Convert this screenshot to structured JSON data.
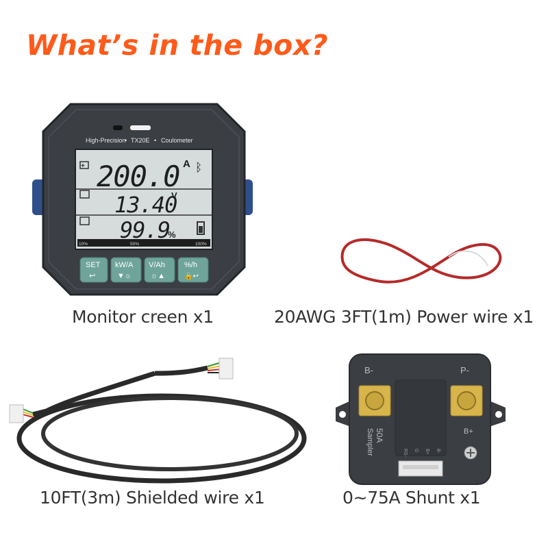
{
  "title": "What’s in the box?",
  "items": [
    {
      "caption": "Monitor creen x1",
      "device": {
        "brand_left": "High-Precision",
        "model": "TX20E",
        "brand_right": "Coulometer",
        "current": "200.0",
        "current_unit": "A",
        "voltage": "13.40",
        "voltage_unit": "V",
        "percent": "99.9",
        "percent_unit": "%",
        "bar_labels": [
          "10%",
          "50%",
          "100%"
        ],
        "buttons": [
          {
            "label": "SET",
            "sub": "↩"
          },
          {
            "label": "kW/A",
            "sub": "▼☼"
          },
          {
            "label": "V/Ah",
            "sub": "☼▲"
          },
          {
            "label": "%/h",
            "sub": "🔒↩"
          }
        ]
      }
    },
    {
      "caption": "20AWG 3FT(1m) Power wire x1"
    },
    {
      "caption": "10FT(3m) Shielded wire x1"
    },
    {
      "caption": "0~75A Shunt x1",
      "shunt": {
        "b_minus": "B-",
        "p_minus": "P-",
        "b_plus": "B+",
        "rating": "50A",
        "sampler": "Sampler",
        "pins": [
          "RS-",
          "G",
          "B+",
          "B-"
        ]
      }
    }
  ],
  "colors": {
    "title": "#ff5a1a",
    "body": "#3b3e43",
    "lcd": "#d6dcdc",
    "button": "#6fa49a",
    "wire_red": "#b52a2a",
    "terminal": "#d8b54a"
  }
}
